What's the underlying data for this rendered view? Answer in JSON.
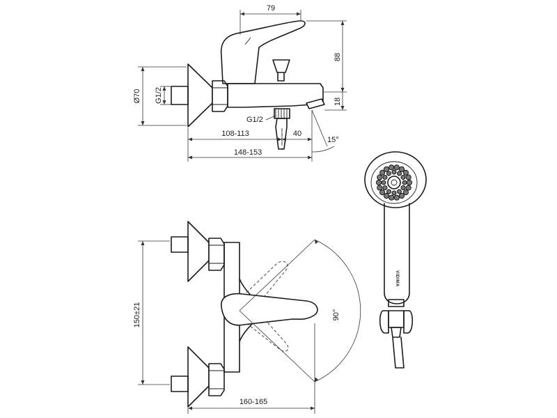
{
  "dimensions": {
    "lever_reach": "79",
    "height_top": "88",
    "spout_height": "18",
    "diameter": "Ø70",
    "thread_inlet": "G1/2",
    "thread_outlet": "G1/2",
    "wall_to_spout_axis": "108-113",
    "outlet_offset": "40",
    "spout_angle": "15°",
    "total_length": "148-153",
    "centre_distance": "150±21",
    "lever_rotation": "90°",
    "overall_width": "160-165"
  },
  "brand_label": "VIDIMA"
}
